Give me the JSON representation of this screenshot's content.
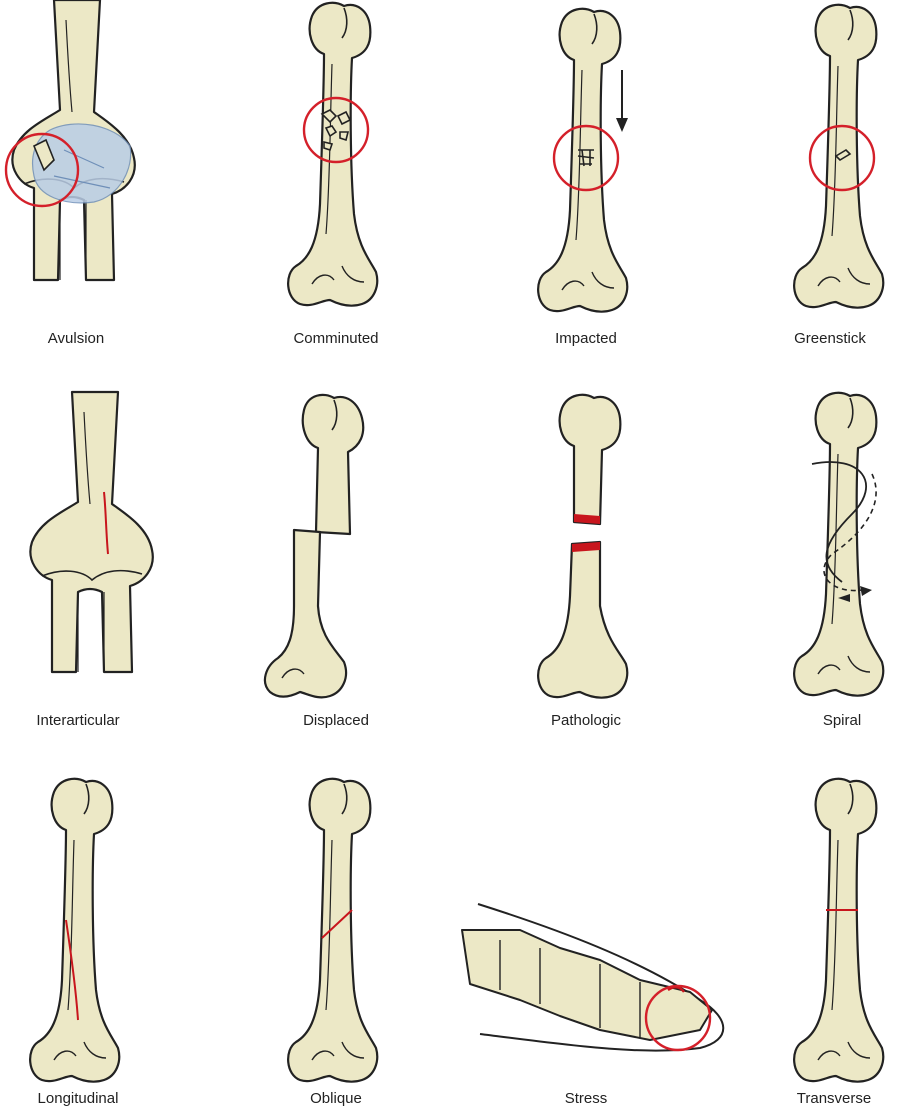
{
  "colors": {
    "bone": "#ece8c6",
    "outline": "#222222",
    "ring": "#d4202a",
    "fracture": "#c8161d",
    "cartilage": "#b9cde6"
  },
  "fractures": [
    {
      "id": "avulsion",
      "label": "Avulsion",
      "marker": "red-circle"
    },
    {
      "id": "comminuted",
      "label": "Comminuted",
      "marker": "red-circle"
    },
    {
      "id": "impacted",
      "label": "Impacted",
      "marker": "red-circle",
      "arrow": "down"
    },
    {
      "id": "greenstick",
      "label": "Greenstick",
      "marker": "red-circle"
    },
    {
      "id": "interarticular",
      "label": "Interarticular",
      "marker": "red-line"
    },
    {
      "id": "displaced",
      "label": "Displaced",
      "marker": "offset-pieces"
    },
    {
      "id": "pathologic",
      "label": "Pathologic",
      "marker": "red-gap"
    },
    {
      "id": "spiral",
      "label": "Spiral",
      "marker": "spiral-arrows"
    },
    {
      "id": "longitudinal",
      "label": "Longitudinal",
      "marker": "red-line"
    },
    {
      "id": "oblique",
      "label": "Oblique",
      "marker": "red-line"
    },
    {
      "id": "stress",
      "label": "Stress",
      "marker": "red-circle"
    },
    {
      "id": "transverse",
      "label": "Transverse",
      "marker": "red-line"
    }
  ]
}
